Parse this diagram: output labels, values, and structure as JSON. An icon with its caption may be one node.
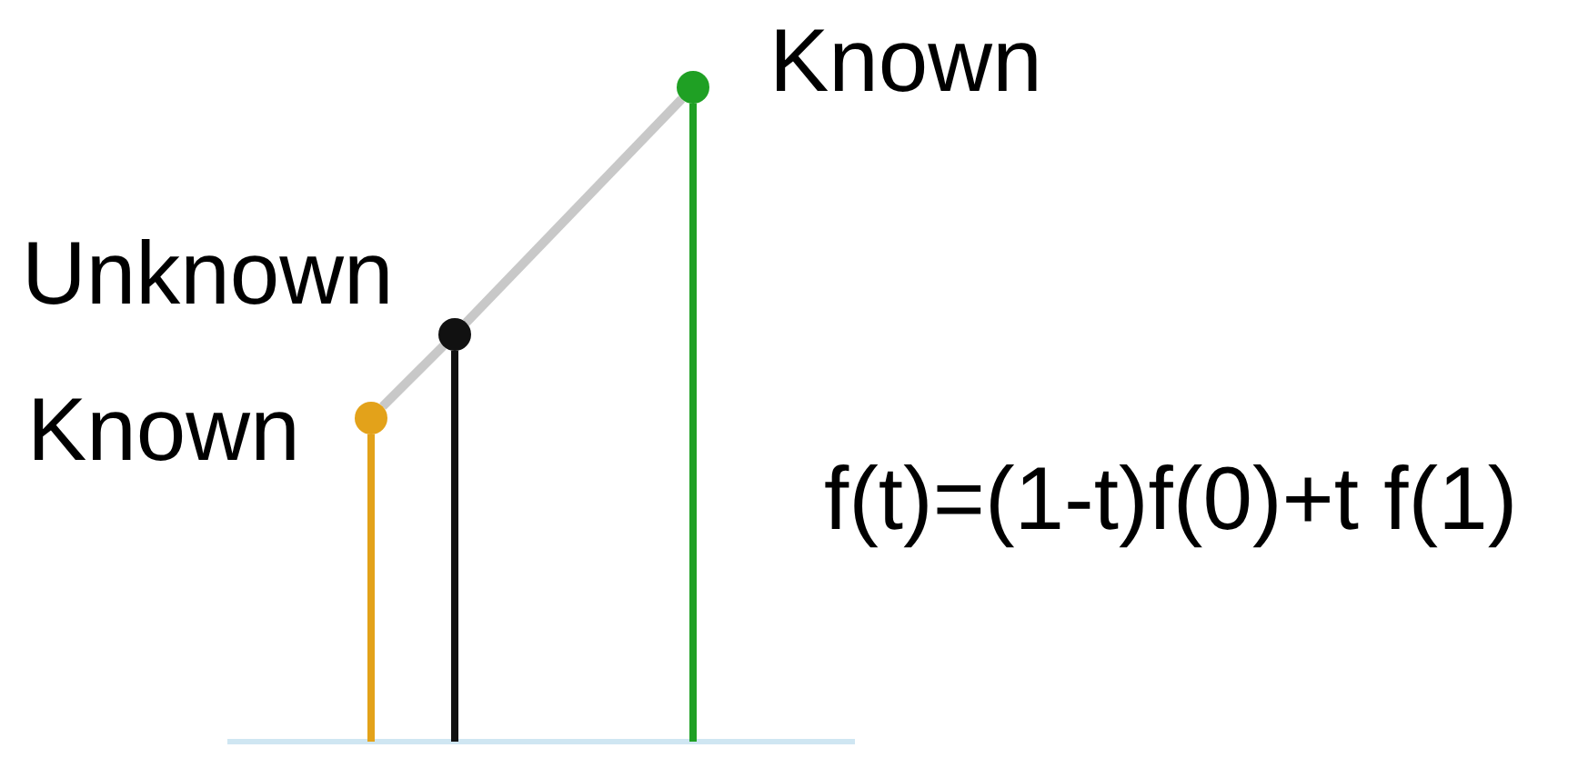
{
  "diagram": {
    "nodes": [
      {
        "text": [],
        "shape": "circle",
        "beside": [
          "Known"
        ]
      },
      {
        "text": [],
        "shape": "circle",
        "beside": [
          "Unknown"
        ]
      },
      {
        "text": [],
        "shape": "circle",
        "beside": [
          "Known"
        ]
      }
    ],
    "edges": [
      {
        "from": 0,
        "to": 1,
        "arrow": "none"
      },
      {
        "from": 1,
        "to": 2,
        "arrow": "none"
      }
    ],
    "labels": [
      "f(t)=(1-t)f(0)+t f(1)"
    ]
  }
}
